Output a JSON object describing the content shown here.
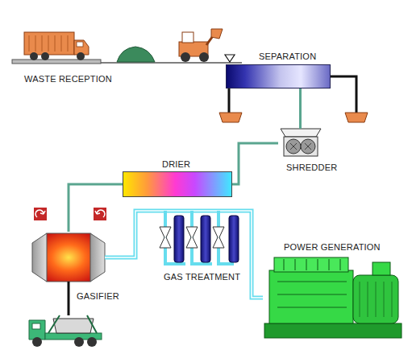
{
  "diagram": {
    "nodes": [
      {
        "text": [
          "WASTE RECEPTION"
        ]
      },
      {
        "text": [
          "SEPARATION"
        ]
      },
      {
        "text": [
          "SHREDDER"
        ]
      },
      {
        "text": [
          "DRIER"
        ]
      },
      {
        "text": [
          "GASIFIER"
        ]
      },
      {
        "text": [
          "GAS TREATMENT"
        ]
      },
      {
        "text": [
          "POWER GENERATION"
        ]
      }
    ],
    "edges": [
      {
        "from": 1,
        "to": 2,
        "arrow": "none"
      },
      {
        "from": 2,
        "to": 3,
        "arrow": "none"
      },
      {
        "from": 3,
        "to": 4,
        "arrow": "none"
      },
      {
        "from": 4,
        "to": 5,
        "arrow": "none"
      },
      {
        "from": 5,
        "to": 6,
        "arrow": "none"
      }
    ]
  }
}
